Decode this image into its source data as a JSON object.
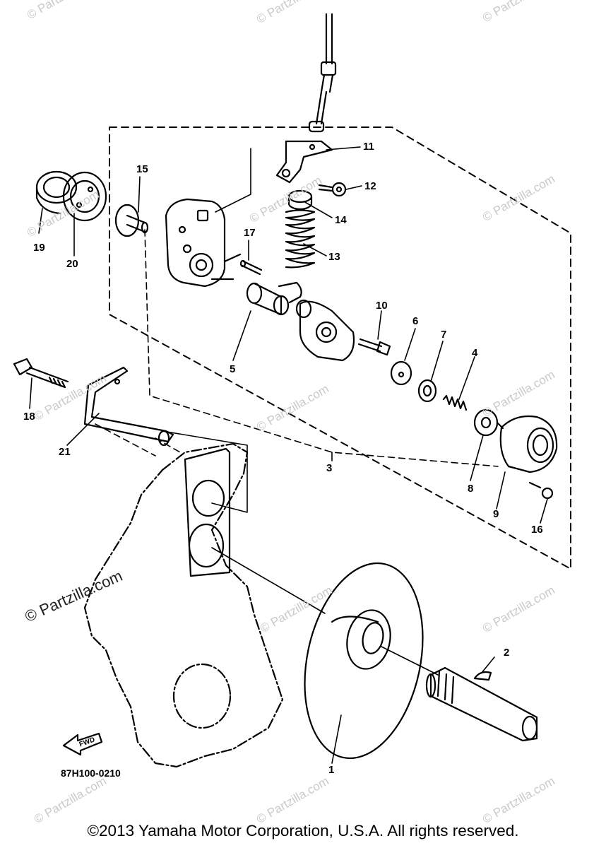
{
  "diagram": {
    "part_numbers": [
      "1",
      "2",
      "3",
      "4",
      "5",
      "6",
      "7",
      "8",
      "9",
      "10",
      "11",
      "12",
      "13",
      "14",
      "15",
      "16",
      "17",
      "18",
      "19",
      "20",
      "21"
    ],
    "drawing_code": "87H100-0210",
    "fwd_label": "FWD"
  },
  "watermark": {
    "text": "© Partzilla.com",
    "main_text": "© Partzilla.com"
  },
  "footer": {
    "copyright": "©2013  Yamaha Motor Corporation, U.S.A. All rights reserved."
  }
}
